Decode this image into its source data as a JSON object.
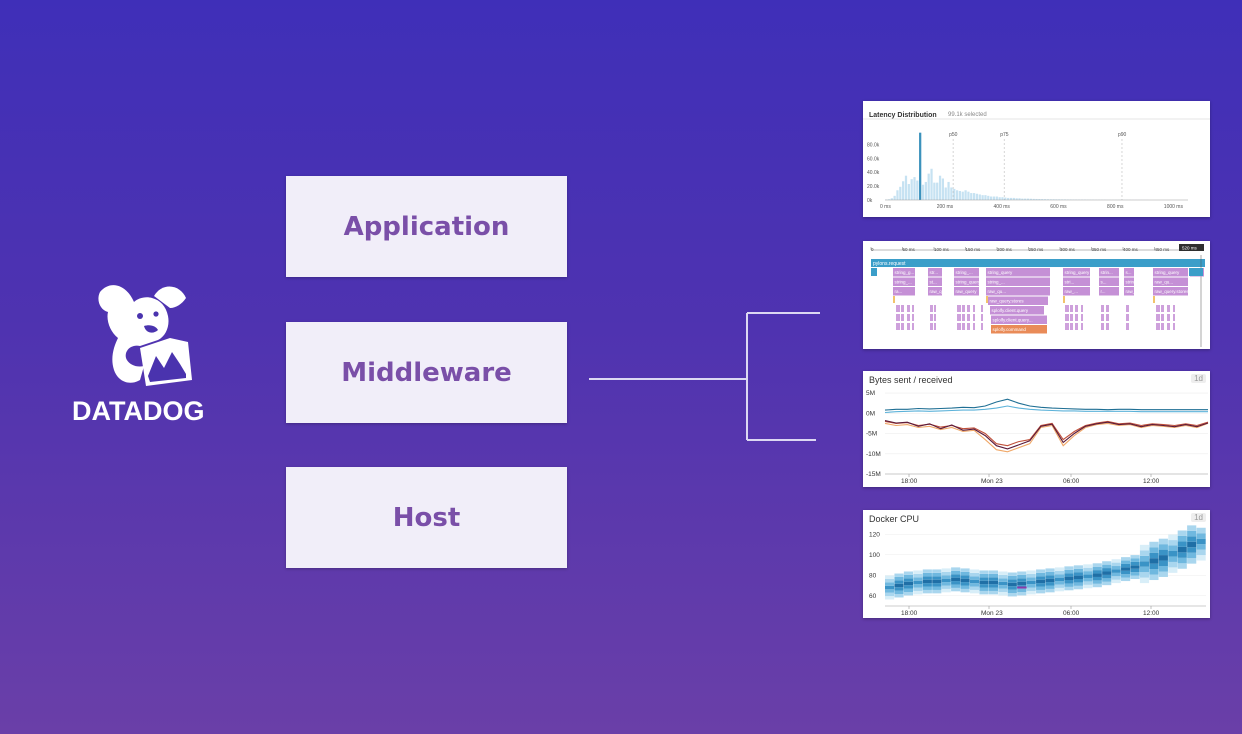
{
  "brand": {
    "name": "DATADOG"
  },
  "layers": [
    {
      "label": "Application"
    },
    {
      "label": "Middleware"
    },
    {
      "label": "Host"
    }
  ],
  "panels": {
    "latency": {
      "title": "Latency Distribution",
      "subtitle": "99.1k selected",
      "percentiles": [
        "p50",
        "p75",
        "p90"
      ]
    },
    "trace": {
      "time_ticks": [
        "0",
        "50 ms",
        "100 ms",
        "150 ms",
        "200 ms",
        "250 ms",
        "300 ms",
        "350 ms",
        "400 ms",
        "450 ms"
      ],
      "duration_badge": "520 ms",
      "root_span": "pylons.request",
      "spans": [
        "string_g...",
        "str...",
        "string_...",
        "string_query",
        "string_query",
        "strin...",
        "s...",
        "string_query",
        "str...",
        "string_...",
        "st...",
        "string_query.raw",
        "string_...",
        "stri...",
        "s...",
        "string_...",
        "raw_qu...",
        "ra...",
        "raw_qu...",
        "raw_query",
        "raw_qu...",
        "raw_...",
        "r...",
        "raw_query",
        "raw_query.stores",
        "splolfy.client.query",
        "splolfy.client.query...",
        "splolfy.command"
      ]
    },
    "bytes": {
      "title": "Bytes sent / received",
      "badge": "1d",
      "y_ticks": [
        "5M",
        "0M",
        "-5M",
        "-10M",
        "-15M"
      ],
      "x_ticks": [
        "18:00",
        "Mon 23",
        "06:00",
        "12:00"
      ]
    },
    "docker": {
      "title": "Docker CPU",
      "badge": "1d",
      "y_ticks": [
        "120",
        "100",
        "80",
        "60"
      ],
      "x_ticks": [
        "18:00",
        "Mon 23",
        "06:00",
        "12:00"
      ]
    }
  },
  "chart_data": [
    {
      "type": "bar",
      "title": "Latency Distribution",
      "x_ticks": [
        "0 ms",
        "200 ms",
        "400 ms",
        "600 ms",
        "800 ms",
        "1000 ms"
      ],
      "y_ticks": [
        "80.0k",
        "60.0k",
        "40.0k",
        "20.0k",
        "0k"
      ],
      "ylim": [
        0,
        85000
      ],
      "xlim": [
        0,
        1050
      ],
      "bin_width_ms": 10,
      "values": [
        500,
        1000,
        2500,
        6000,
        14000,
        19000,
        27000,
        35000,
        23000,
        30000,
        33000,
        28000,
        97000,
        22000,
        26000,
        38000,
        45000,
        25000,
        25000,
        35000,
        31000,
        18000,
        26000,
        18000,
        16000,
        14000,
        13000,
        12000,
        14000,
        12000,
        10000,
        10000,
        9000,
        8000,
        7000,
        7000,
        6000,
        5000,
        5000,
        5000,
        4000,
        4000,
        3500,
        3000,
        3000,
        3000,
        2500,
        2500,
        2000,
        2000,
        2000,
        1800,
        1600,
        1500,
        1400,
        1300,
        1200,
        1100,
        1000,
        1000,
        900,
        900,
        800,
        800,
        700,
        700,
        600,
        600,
        500,
        500,
        500,
        400,
        400,
        400,
        300,
        300,
        300,
        300,
        200,
        200,
        200,
        200,
        200,
        200,
        150,
        150,
        150,
        100,
        100,
        100,
        100,
        100,
        100
      ],
      "highlight_bin_index": 12,
      "percentiles": [
        {
          "name": "p50",
          "ms": 240
        },
        {
          "name": "p75",
          "ms": 420
        },
        {
          "name": "p90",
          "ms": 835
        }
      ]
    },
    {
      "type": "line",
      "title": "Bytes sent / received",
      "ylim": [
        -15000000,
        7000000
      ],
      "series": [
        {
          "color": "#1f6f94",
          "values": [
            0.8,
            1.0,
            1.0,
            1.2,
            1.1,
            1.2,
            1.3,
            1.5,
            1.4,
            1.8,
            2.8,
            3.5,
            2.5,
            1.8,
            1.5,
            1.3,
            1.2,
            1.1,
            1.0,
            1.0,
            0.9,
            1.0,
            1.0,
            0.9,
            0.9,
            0.9,
            0.9,
            0.9,
            0.9,
            0.9
          ]
        },
        {
          "color": "#5cb2d9",
          "values": [
            0.2,
            0.4,
            0.5,
            0.6,
            0.5,
            0.6,
            0.7,
            0.8,
            0.8,
            1.0,
            1.3,
            1.8,
            1.3,
            1.0,
            0.8,
            0.7,
            0.6,
            0.6,
            0.5,
            0.5,
            0.5,
            0.5,
            0.5,
            0.4,
            0.4,
            0.4,
            0.4,
            0.4,
            0.4,
            0.4
          ]
        },
        {
          "color": "#f0a868",
          "values": [
            -2.5,
            -3.0,
            -2.8,
            -3.5,
            -3.2,
            -4.0,
            -3.5,
            -4.5,
            -4.2,
            -6.5,
            -9.0,
            -9.5,
            -8.5,
            -7.5,
            -3.5,
            -3.0,
            -8.0,
            -5.5,
            -3.5,
            -2.8,
            -2.5,
            -3.0,
            -2.8,
            -3.5,
            -3.0,
            -3.2,
            -3.5,
            -3.0,
            -3.5,
            -2.5
          ]
        },
        {
          "color": "#c0503a",
          "values": [
            -2.0,
            -2.5,
            -2.3,
            -3.0,
            -2.7,
            -3.4,
            -3.0,
            -3.8,
            -3.6,
            -5.0,
            -7.5,
            -8.0,
            -7.0,
            -6.5,
            -3.0,
            -2.5,
            -6.5,
            -4.5,
            -3.0,
            -2.4,
            -2.0,
            -2.6,
            -2.4,
            -3.0,
            -2.6,
            -2.8,
            -3.0,
            -2.6,
            -3.0,
            -2.2
          ]
        },
        {
          "color": "#5a1a3a",
          "values": [
            -1.8,
            -2.4,
            -2.2,
            -3.2,
            -2.6,
            -3.8,
            -2.9,
            -4.2,
            -3.9,
            -5.5,
            -8.0,
            -8.8,
            -7.8,
            -6.8,
            -3.2,
            -2.7,
            -7.2,
            -5.0,
            -3.2,
            -2.6,
            -2.2,
            -2.8,
            -2.6,
            -3.3,
            -2.8,
            -3.0,
            -3.3,
            -2.8,
            -3.3,
            -2.4
          ]
        }
      ]
    },
    {
      "type": "heatmap",
      "title": "Docker CPU",
      "ylim": [
        50,
        130
      ],
      "center_values": [
        68,
        70,
        72,
        73,
        74,
        74,
        75,
        76,
        75,
        74,
        73,
        73,
        72,
        71,
        72,
        73,
        74,
        75,
        76,
        77,
        78,
        79,
        80,
        82,
        84,
        86,
        88,
        91,
        94,
        97,
        101,
        105,
        110,
        113
      ]
    }
  ],
  "colors": {
    "box_bg": "#f1eef9",
    "box_text": "#7a4fa8",
    "connector": "#dcd8f2",
    "bar_light": "#c6e2f2",
    "bar_dark": "#3b92bc",
    "trace_root": "#3b9ec9",
    "span": "#c590d6",
    "span_highlight": "#e98b58"
  }
}
